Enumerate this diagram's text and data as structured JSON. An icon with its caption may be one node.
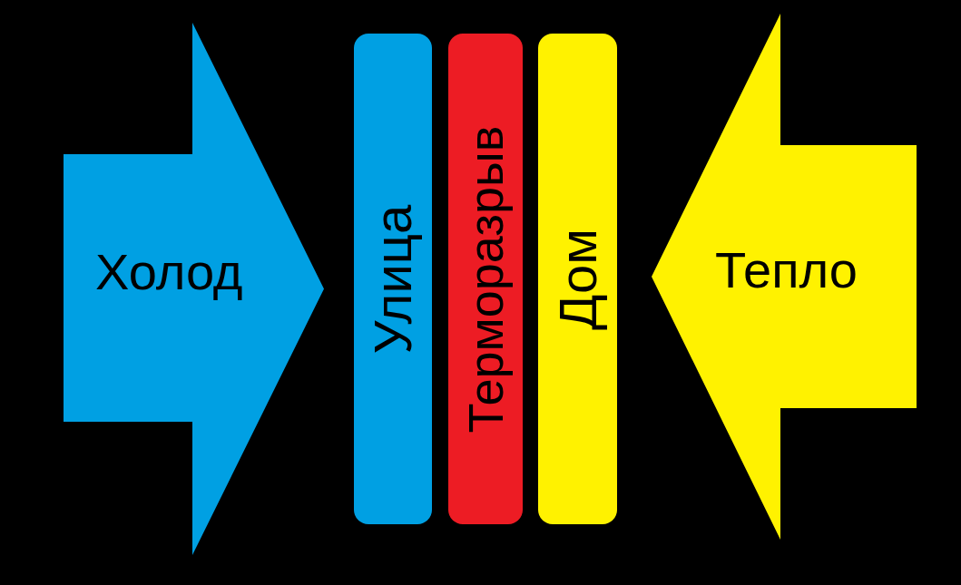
{
  "diagram": {
    "nodes": [
      {
        "text": [
          "Холод"
        ]
      },
      {
        "text": [
          "Улица"
        ]
      },
      {
        "text": [
          "Терморазрыв"
        ]
      },
      {
        "text": [
          "Дом"
        ]
      },
      {
        "text": [
          "Тепло"
        ]
      }
    ]
  }
}
